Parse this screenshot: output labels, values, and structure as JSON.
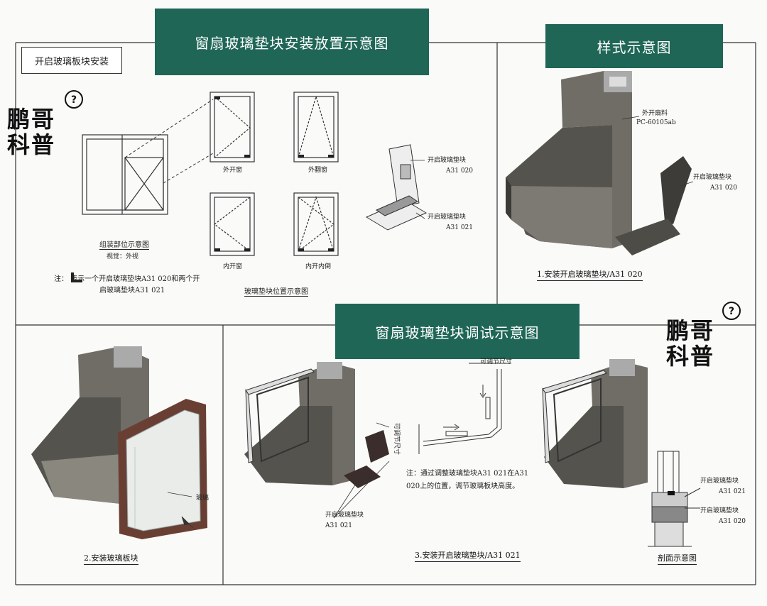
{
  "banners": {
    "install_title": "窗扇玻璃垫块安装放置示意图",
    "style_title": "样式示意图",
    "adjust_title": "窗扇玻璃垫块调试示意图"
  },
  "box_label": "开启玻璃板块安装",
  "watermark": {
    "line1": "鹏哥",
    "line2": "科普",
    "icon": "question-bubble-icon"
  },
  "install_panel": {
    "window_types": [
      "外开窗",
      "外翻窗",
      "内开窗",
      "内开内倒"
    ],
    "assembly_caption": "组装部位示意图",
    "view_caption": "视觉：外视",
    "note_line1": "注：  表示一个开启玻璃垫块A31 020和两个开",
    "note_line2": "启玻璃垫块A31 021",
    "position_caption": "玻璃垫块位置示意图",
    "block_020_name": "开启玻璃垫块",
    "block_020_code": "A31 020",
    "block_021_name": "开启玻璃垫块",
    "block_021_code": "A31 021"
  },
  "style_panel": {
    "profile_name": "外开扇料",
    "profile_code": "PC-60105ab",
    "block_name": "开启玻璃垫块",
    "block_code": "A31 020",
    "step1_caption": "1.安装开启玻璃垫块/A31 020"
  },
  "step2_panel": {
    "glass_label": "玻璃",
    "step2_caption": "2.安装玻璃板块"
  },
  "step3_panel": {
    "adjust_label_top": "可调节尺寸",
    "adjust_label_side": "可调节尺寸",
    "note_line1": "注：通过调整玻璃垫块A31 021在A31",
    "note_line2": "020上的位置，调节玻璃板块高度。",
    "block_name": "开启玻璃垫块",
    "block_code": "A31 021",
    "step3_caption": "3.安装开启玻璃垫块/A31 021"
  },
  "section_panel": {
    "block_021_name": "开启玻璃垫块",
    "block_021_code": "A31 021",
    "block_020_name": "开启玻璃垫块",
    "block_020_code": "A31 020",
    "section_caption": "剖面示意图"
  },
  "colors": {
    "banner": "#1f6657",
    "profile": "#6f6d66",
    "profile_dark": "#4a4843",
    "line": "#333333"
  }
}
